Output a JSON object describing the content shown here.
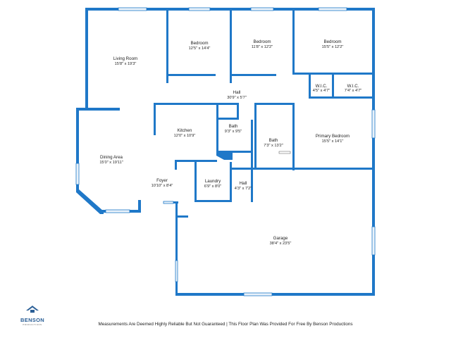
{
  "rooms": [
    {
      "id": "living-room",
      "name": "Living Room",
      "dims": "15'8\" x 19'3\""
    },
    {
      "id": "bedroom-1",
      "name": "Bedroom",
      "dims": "12'5\" x 14'4\""
    },
    {
      "id": "bedroom-2",
      "name": "Bedroom",
      "dims": "11'8\" x 12'2\""
    },
    {
      "id": "bedroom-3",
      "name": "Bedroom",
      "dims": "15'5\" x 12'2\""
    },
    {
      "id": "wic-1",
      "name": "W.I.C.",
      "dims": "4'5\" x 4'7\""
    },
    {
      "id": "wic-2",
      "name": "W.I.C.",
      "dims": "7'4\" x 4'7\""
    },
    {
      "id": "hall-main",
      "name": "Hall",
      "dims": "30'9\" x 5'7\""
    },
    {
      "id": "kitchen",
      "name": "Kitchen",
      "dims": "12'0\" x 10'9\""
    },
    {
      "id": "bath-1",
      "name": "Bath",
      "dims": "9'3\" x 9'5\""
    },
    {
      "id": "bath-2",
      "name": "Bath",
      "dims": "7'3\" x 13'2\""
    },
    {
      "id": "primary-bedroom",
      "name": "Primary Bedroom",
      "dims": "15'5\" x 14'1\""
    },
    {
      "id": "dining-area",
      "name": "Dining Area",
      "dims": "15'0\" x 19'11\""
    },
    {
      "id": "foyer",
      "name": "Foyer",
      "dims": "10'10\" x 8'4\""
    },
    {
      "id": "laundry",
      "name": "Laundry",
      "dims": "6'9\" x 8'0\""
    },
    {
      "id": "hall-small",
      "name": "Hall",
      "dims": "4'3\" x 7'2\""
    },
    {
      "id": "garage",
      "name": "Garage",
      "dims": "38'4\" x 23'5\""
    }
  ],
  "branding": {
    "logo_name": "BENSON",
    "logo_sub": "PRODUCTIONS",
    "disclaimer": "Measurements Are Deemed Highly Reliable But Not Guaranteed | This Floor Plan Was Provided For Free By Benson Productions"
  },
  "colors": {
    "wall": "#1f78c8",
    "text": "#222222"
  }
}
